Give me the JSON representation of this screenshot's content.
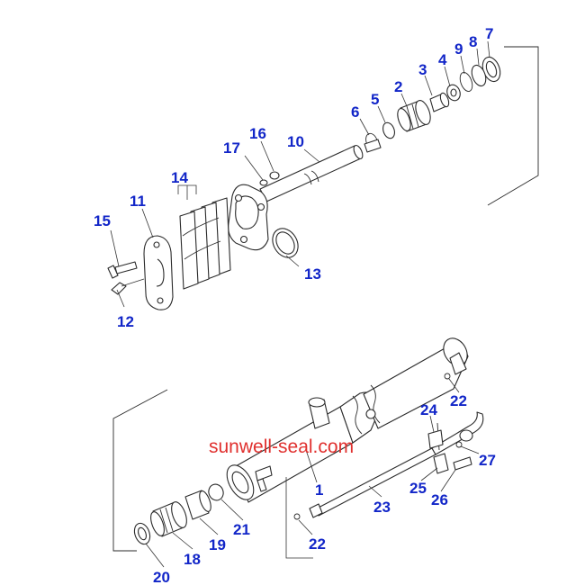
{
  "watermark": {
    "text": "sunwell-seal.com",
    "color": "#e0302e"
  },
  "label_color": "#1226c8",
  "labels": {
    "l1": "1",
    "l2": "2",
    "l3": "3",
    "l4": "4",
    "l5": "5",
    "l6": "6",
    "l7": "7",
    "l8": "8",
    "l9": "9",
    "l10": "10",
    "l11": "11",
    "l12": "12",
    "l13": "13",
    "l14": "14",
    "l15": "15",
    "l16": "16",
    "l17": "17",
    "l18": "18",
    "l19": "19",
    "l20": "20",
    "l21": "21",
    "l22a": "22",
    "l22b": "22",
    "l23": "23",
    "l24": "24",
    "l25": "25",
    "l26": "26",
    "l27": "27"
  }
}
